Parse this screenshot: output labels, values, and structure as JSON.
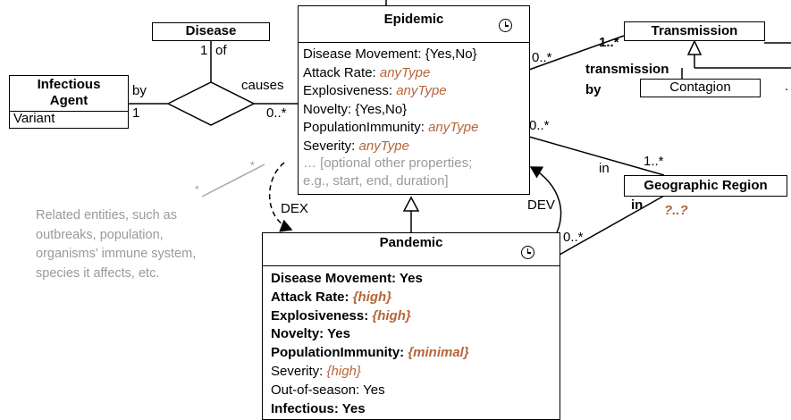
{
  "epidemic": {
    "title": "Epidemic",
    "props": [
      {
        "name": "Disease Movement: ",
        "value": "{Yes,No}",
        "typed": false
      },
      {
        "name": "Attack Rate: ",
        "value": "anyType",
        "typed": true
      },
      {
        "name": "Explosiveness: ",
        "value": "anyType",
        "typed": true
      },
      {
        "name": "Novelty: ",
        "value": "{Yes,No}",
        "typed": false
      },
      {
        "name": "PopulationImmunity: ",
        "value": "anyType",
        "typed": true
      },
      {
        "name": "Severity: ",
        "value": "anyType",
        "typed": true
      }
    ],
    "optional_line1": "… [optional other properties;",
    "optional_line2": "e.g., start,  end, duration]"
  },
  "pandemic": {
    "title": "Pandemic",
    "props": [
      {
        "name": "Disease Movement: ",
        "value": "Yes",
        "bold": true,
        "typed": false
      },
      {
        "name": "Attack Rate: ",
        "value": "{high}",
        "bold": true,
        "typed": true
      },
      {
        "name": "Explosiveness: ",
        "value": "{high}",
        "bold": true,
        "typed": true
      },
      {
        "name": "Novelty: ",
        "value": "Yes",
        "bold": true,
        "typed": false
      },
      {
        "name": "PopulationImmunity: ",
        "value": "{minimal}",
        "bold": true,
        "typed": true
      },
      {
        "name": "Severity: ",
        "value": "{high}",
        "bold": false,
        "typed": true
      },
      {
        "name": "Out-of-season: ",
        "value": "Yes",
        "bold": false,
        "typed": false
      },
      {
        "name": "Infectious: ",
        "value": "Yes",
        "bold": true,
        "typed": false
      }
    ]
  },
  "disease": {
    "title": "Disease"
  },
  "infectious_agent": {
    "title_line1": "Infectious",
    "title_line2": "Agent",
    "attr": "Variant"
  },
  "transmission": {
    "title": "Transmission"
  },
  "contagion": {
    "title": "Contagion"
  },
  "geographic_region": {
    "title": "Geographic Region"
  },
  "labels": {
    "by": "by",
    "one_agent": "1",
    "causes": "causes",
    "zero_many_causes": "0..*",
    "one_disease": "1",
    "of": "of",
    "zero_many_trans": "0..*",
    "one_many_trans": "1..*",
    "transmission_by_1": "transmission",
    "transmission_by_2": "by",
    "zero_many_region": "0..*",
    "in_region": "in",
    "one_many_region": "1..*",
    "in_pandemic": "in",
    "region_mult": "?..?",
    "zero_many_pandemic": "0..*",
    "dex": "DEX",
    "dev": "DEV",
    "star_small": "*",
    "star_note": "*",
    "dot": "."
  },
  "note": "Related entities, such as outbreaks, population, organisms' immune system, species it affects, etc."
}
